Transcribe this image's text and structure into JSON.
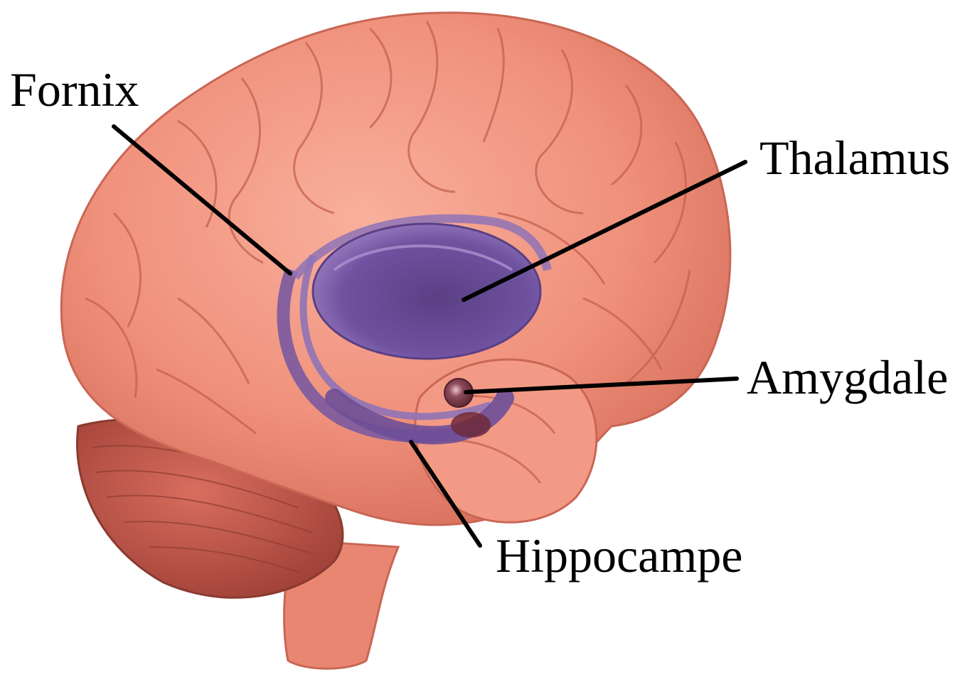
{
  "labels": {
    "fornix": "Fornix",
    "thalamus": "Thalamus",
    "amygdale": "Amygdale",
    "hippocampe": "Hippocampe"
  },
  "colors": {
    "brain": "#f0917c",
    "brain_shadow": "#d9705e",
    "brain_highlight": "#f8b4a2",
    "cerebellum": "#c0584a",
    "limbic": "#7a5aa0",
    "limbic_dark": "#5a3f84",
    "amygdala": "#7a3b4c",
    "leader_line": "#000000"
  }
}
